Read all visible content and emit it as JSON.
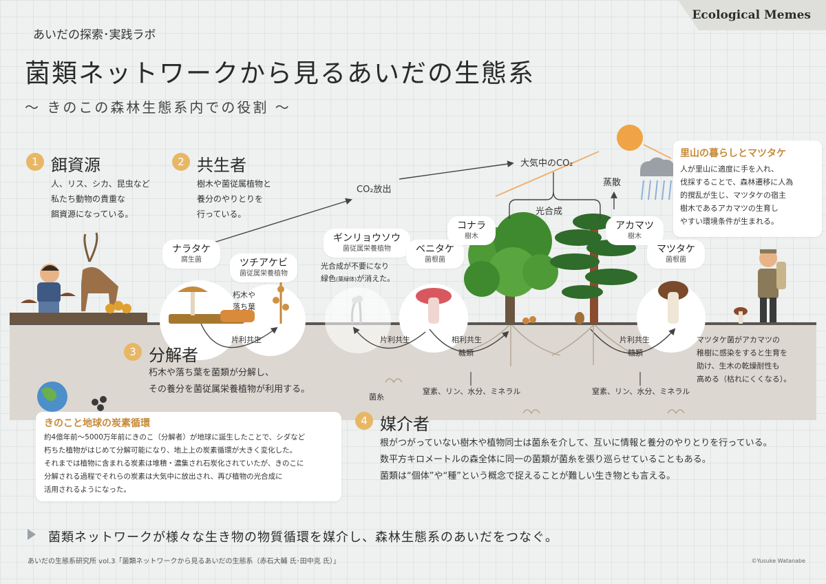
{
  "header": {
    "brand": "Ecological Memes",
    "subhead": "あいだの探索･実践ラボ",
    "title": "菌類ネットワークから見るあいだの生態系",
    "subtitle": "～ きのこの森林生態系内での役割 ～"
  },
  "sections": [
    {
      "num": "1",
      "title": "餌資源",
      "body": "人、リス、シカ、昆虫など\n私たち動物の貴重な\n餌資源になっている。"
    },
    {
      "num": "2",
      "title": "共生者",
      "body": "樹木や菌従属植物と\n養分のやりとりを\n行っている。"
    },
    {
      "num": "3",
      "title": "分解者",
      "body": "朽木や落ち葉を菌類が分解し、\nその養分を菌従属栄養植物が利用する。"
    },
    {
      "num": "4",
      "title": "媒介者",
      "body": "根がつがっていない樹木や植物同士は菌糸を介して、互いに情報と養分のやりとりを行っている。\n数平方キロメートルの森全体に同一の菌類が菌糸を張り巡らせていることもある。\n菌類は“個体”や“種”という概念で捉えることが難しい生き物とも言える。"
    }
  ],
  "organisms": [
    {
      "name": "ナラタケ",
      "sub": "腐生菌"
    },
    {
      "name": "ツチアケビ",
      "sub": "菌従属栄養植物"
    },
    {
      "name": "ギンリョウソウ",
      "sub": "菌従属栄養植物"
    },
    {
      "name": "ベニタケ",
      "sub": "菌根菌"
    },
    {
      "name": "コナラ",
      "sub": "樹木"
    },
    {
      "name": "アカマツ",
      "sub": "樹木"
    },
    {
      "name": "マツタケ",
      "sub": "菌根菌"
    }
  ],
  "labels": {
    "co2_release": "CO₂放出",
    "atm_co2": "大気中のCO₂",
    "photosynthesis": "光合成",
    "transpiration": "蒸散",
    "deadwood": "朽木や\n落ち葉",
    "ginryo_note_a": "光合成が不要になり",
    "ginryo_note_b": "緑色",
    "ginryo_note_c": "(葉緑体)",
    "ginryo_note_d": "が消えた。",
    "commensal1": "片利共生",
    "commensal2": "片利共生",
    "commensal3": "片利共生",
    "mutual": "相利共生",
    "sugar1": "糖類",
    "sugar2": "糖類",
    "hyphae": "菌糸",
    "nutrients1": "窒素、リン、水分、ミネラル",
    "nutrients2": "窒素、リン、水分、ミネラル",
    "matsutake_note": "マツタケ菌がアカマツの\n稚樹に感染をすると生育を\n助け、生木の乾燥耐性も\n高める（枯れにくくなる）。"
  },
  "satoyama": {
    "title": "里山の暮らしとマツタケ",
    "body": "人が里山に適度に手を入れ、\n伐採することで、森林遷移に人為\n的撹乱が生じ、マツタケの宿主\n樹木であるアカマツの生育し\nやすい環境条件が生まれる。"
  },
  "carbon_box": {
    "title": "きのこと地球の炭素循環",
    "body": "約4億年前～5000万年前にきのこ（分解者）が地球に誕生したことで、シダなど\n朽ちた植物がはじめて分解可能になり、地上上の炭素循環が大きく変化した。\nそれまでは植物に含まれる炭素は堆積・濃集され石炭化されていたが、きのこに\n分解される過程でそれらの炭素は大気中に放出され、再び植物の光合成に\n活用されるようになった。"
  },
  "conclusion": "菌類ネットワークが様々な生き物の物質循環を媒介し、森林生態系のあいだをつなぐ。",
  "footer": "あいだの生態系研究所 vol.3「菌類ネットワークから見るあいだの生態系（赤石大輔 氏･田中克 氏）」",
  "credit": "©Yusuke Watanabe",
  "colors": {
    "accent": "#e8b766",
    "soil": "#dcd7d0",
    "ground": "#5a5550",
    "tree": "#3f8a2e",
    "pine": "#2f6b2a"
  }
}
